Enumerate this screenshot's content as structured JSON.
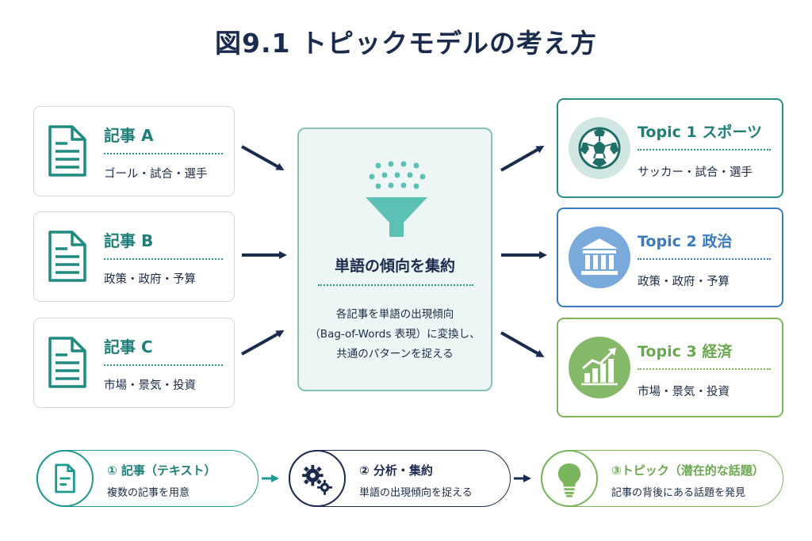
{
  "title": "図9.1 トピックモデルの考え方",
  "articles": [
    {
      "title": "記事 A",
      "keywords": "ゴール・試合・選手"
    },
    {
      "title": "記事 B",
      "keywords": "政策・政府・予算"
    },
    {
      "title": "記事 C",
      "keywords": "市場・景気・投資"
    }
  ],
  "center": {
    "title": "単語の傾向を集約",
    "desc_line1": "各記事を単語の出現傾向",
    "desc_line2": "（Bag-of-Words 表現）に変換し、",
    "desc_line3": "共通のパターンを捉える"
  },
  "topics": [
    {
      "title": "Topic 1 スポーツ",
      "keywords": "サッカー・試合・選手",
      "icon": "soccer-ball-icon",
      "color": "#1f7f78"
    },
    {
      "title": "Topic 2 政治",
      "keywords": "政策・政府・予算",
      "icon": "government-building-icon",
      "color": "#3a7bbf"
    },
    {
      "title": "Topic 3 経済",
      "keywords": "市場・景気・投資",
      "icon": "growth-chart-icon",
      "color": "#6aa84f"
    }
  ],
  "steps": [
    {
      "title": "① 記事（テキスト）",
      "subtitle": "複数の記事を用意",
      "icon": "document-icon",
      "color": "#1f9a8f"
    },
    {
      "title": "② 分析・集約",
      "subtitle": "単語の出現傾向を捉える",
      "icon": "gears-icon",
      "color": "#1b2b4e"
    },
    {
      "title": "③トピック（潜在的な話題）",
      "subtitle": "記事の背後にある話題を発見",
      "icon": "lightbulb-icon",
      "color": "#7ab55c"
    }
  ]
}
